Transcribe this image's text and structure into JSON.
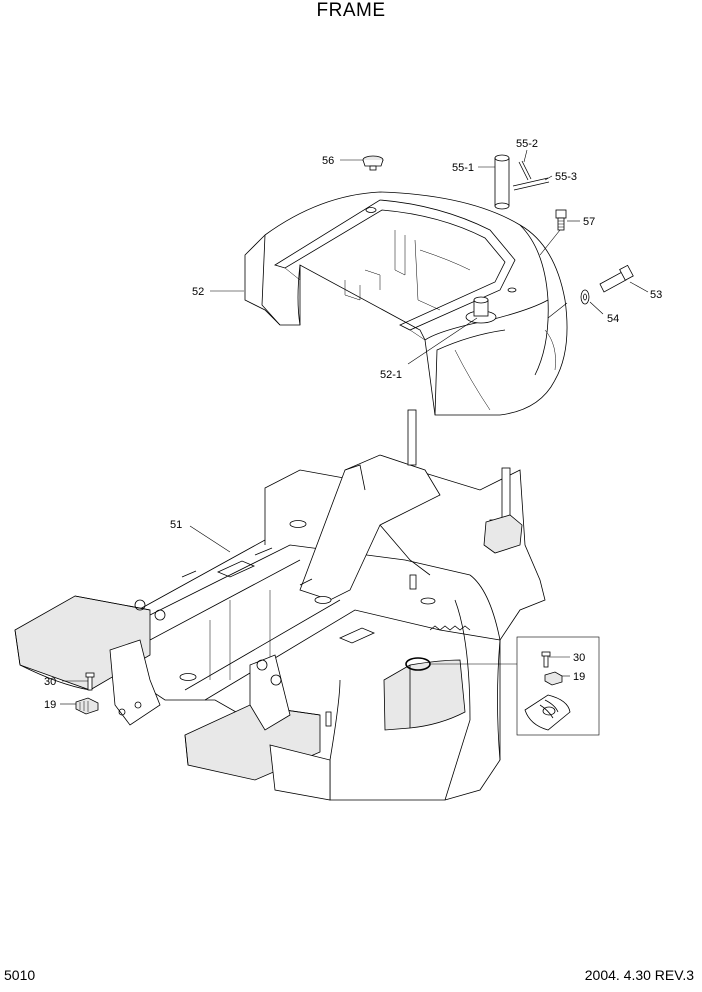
{
  "page": {
    "title": "FRAME",
    "page_number": "5010",
    "revision": "2004. 4.30 REV.3"
  },
  "callouts": {
    "p56": "56",
    "p55_1": "55-1",
    "p55_2": "55-2",
    "p55_3": "55-3",
    "p57": "57",
    "p52": "52",
    "p53": "53",
    "p54": "54",
    "p52_1": "52-1",
    "p51": "51",
    "p30_left": "30",
    "p19_left": "19",
    "p30_detail": "30",
    "p19_detail": "19"
  }
}
